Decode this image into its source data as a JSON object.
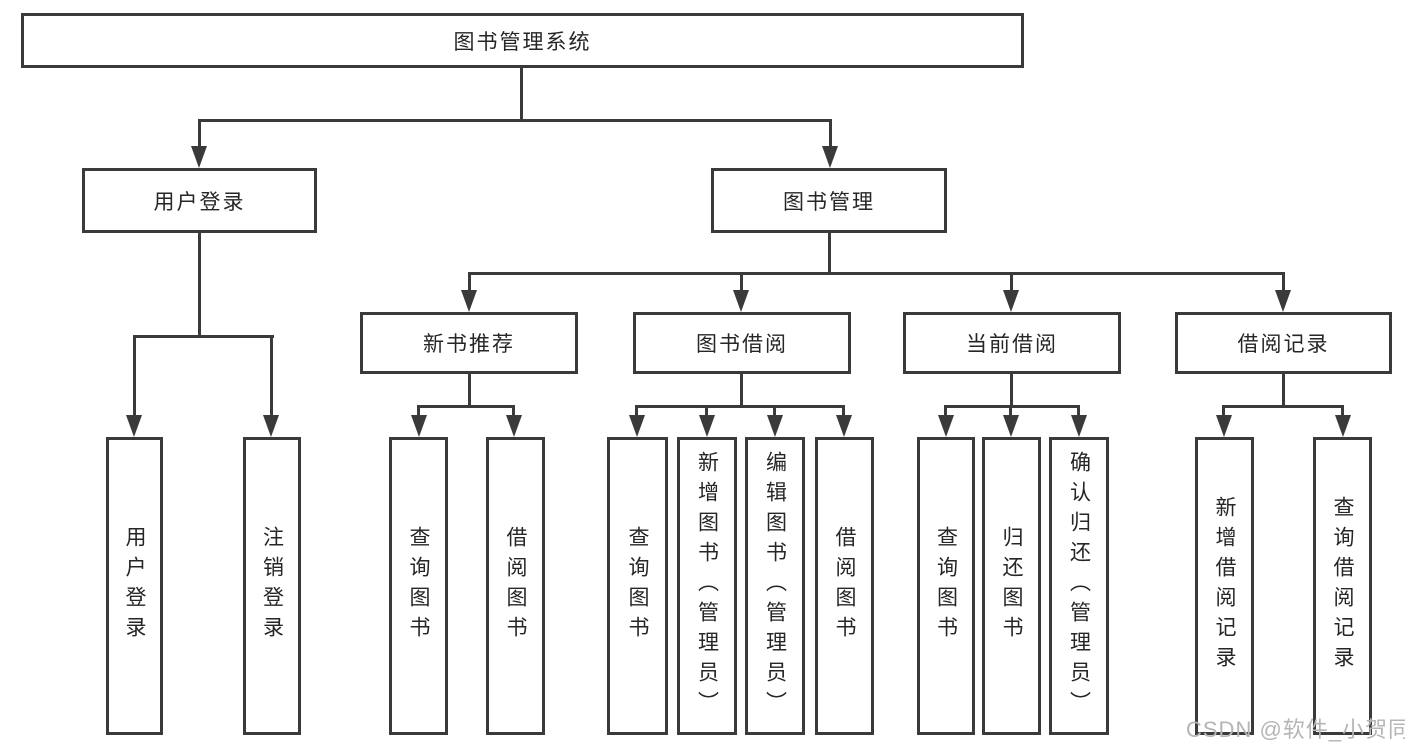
{
  "title": {
    "label": "图书管理系统"
  },
  "level2": [
    {
      "label": "用户登录"
    },
    {
      "label": "图书管理"
    }
  ],
  "level3": [
    {
      "label": "新书推荐"
    },
    {
      "label": "图书借阅"
    },
    {
      "label": "当前借阅"
    },
    {
      "label": "借阅记录"
    }
  ],
  "leaves": {
    "login": [
      "用户登录",
      "注销登录"
    ],
    "newbook": [
      "查询图书",
      "借阅图书"
    ],
    "borrow": [
      "查询图书",
      "新增图书（管理员）",
      "编辑图书（管理员）",
      "借阅图书"
    ],
    "current": [
      "查询图书",
      "归还图书",
      "确认归还（管理员）"
    ],
    "records": [
      "新增借阅记录",
      "查询借阅记录"
    ]
  },
  "watermark": "CSDN @软件_小贺同学",
  "colors": {
    "line": "#3a3a3a",
    "text": "#262626",
    "watermark": "#b5b5b5",
    "background": "#ffffff"
  }
}
